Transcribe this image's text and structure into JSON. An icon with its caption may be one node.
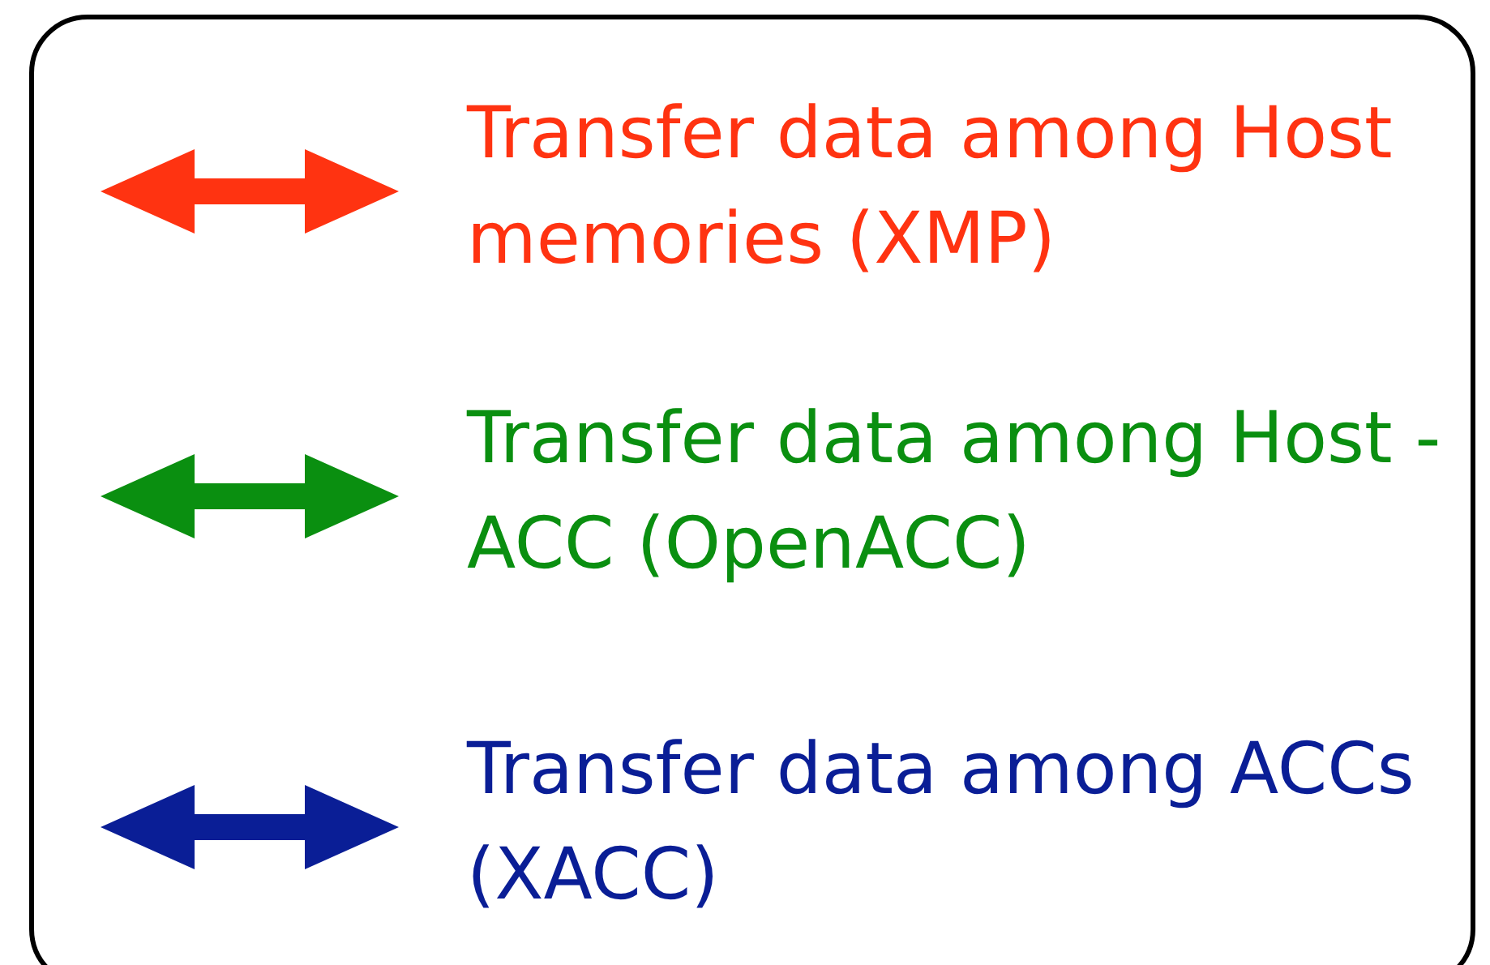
{
  "diagram": {
    "legend": [
      {
        "text": "Transfer data among Host memories (XMP)",
        "color": "#ff3311"
      },
      {
        "text": "Transfer data among Host - ACC (OpenACC)",
        "color": "#0a8f10"
      },
      {
        "text": "Transfer data among ACCs (XACC)",
        "color": "#0a1e96"
      }
    ]
  }
}
